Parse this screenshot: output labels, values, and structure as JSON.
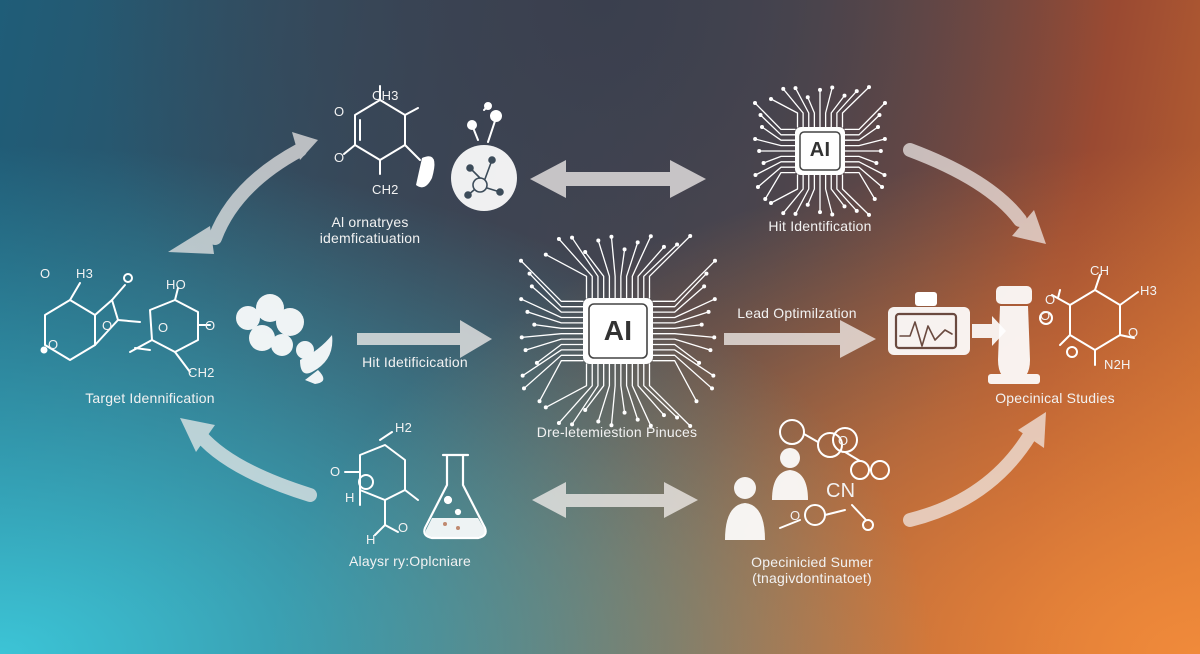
{
  "colors": {
    "line": "#ffffff",
    "teal": "#3cc4d6",
    "orange": "#f08a3a"
  },
  "labels": {
    "top_left_l1": "Al ornatryes",
    "top_left_l2": "idemficatiuation",
    "top_right": "Hit Identification",
    "left": "Target Idennification",
    "center_hit": "Hit Idetificication",
    "lead": "Lead Optimilzation",
    "center_bottom": "Dre-letemiestion Pinuces",
    "right": "Opecinical Studies",
    "bottom_left": "Alaysr ry:Oplcniare",
    "bottom_right_l1": "Opecinicied Sumer",
    "bottom_right_l2": "(tnagivdontinatoet)"
  },
  "chips": {
    "top": "AI",
    "center": "AI"
  },
  "chem": {
    "ch3_top": "CH3",
    "ch2_top": "CH2",
    "o_top1": "O",
    "o_top2": "O",
    "h3_left": "H3",
    "o_left1": "O",
    "o_left2": "O",
    "o_left3": "O",
    "ho_left": "HO",
    "o_left4": "O",
    "o_left5": "O",
    "ch2_left": "CH2",
    "ch_right": "CH",
    "h3_right": "H3",
    "o_right1": "O",
    "o_right2": "O",
    "o_right3": "O",
    "n2h_right": "N2H",
    "h2_bottom": "H2",
    "o_bottom1": "O",
    "h_bottom1": "H",
    "h_bottom2": "H",
    "o_bottom2": "O",
    "o_br": "O",
    "cn_br": "CN",
    "o_br2": "O"
  }
}
